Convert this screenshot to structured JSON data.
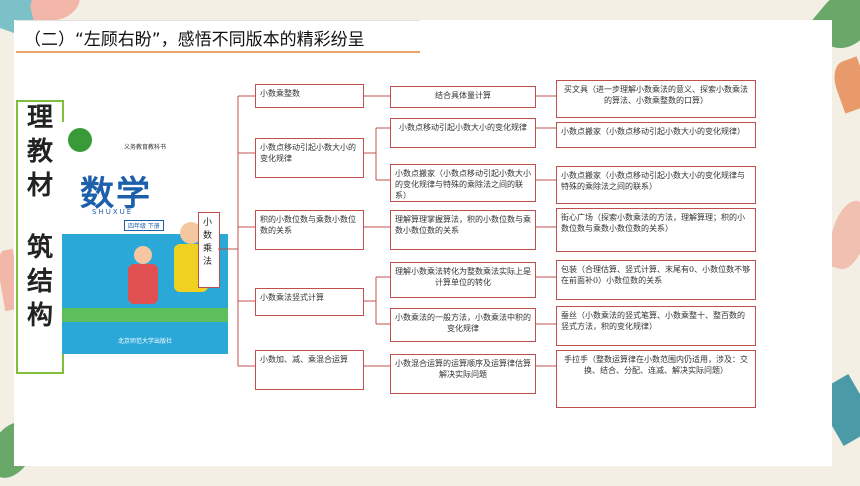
{
  "title": "（二）“左顾右盼”，感悟不同版本的精彩纷呈",
  "side_label": [
    "理",
    "教",
    "材",
    "",
    "筑",
    "结",
    "构"
  ],
  "book": {
    "series": "义务教育教科书",
    "title": "数学",
    "pinyin": "SHUXUE",
    "grade": "四年级 下册",
    "publisher": "北京师范大学出版社"
  },
  "root_label": "小数乘法",
  "level1": [
    "小数乘整数",
    "小数点移动引起小数大小的变化规律",
    "积的小数位数与乘数小数位数的关系",
    "小数乘法竖式计算",
    "小数加、减、乘混合运算"
  ],
  "level2": [
    "结合具体量计算",
    "小数点移动引起小数大小的变化规律",
    "小数点搬家（小数点移动引起小数大小的变化规律与特殊的乘除法之间的联系）",
    "理解算理掌握算法，积的小数位数与乘数小数位数的关系",
    "理解小数乘法转化为整数乘法实际上是计算单位的转化",
    "小数乘法的一般方法，小数乘法中积的变化规律",
    "小数混合运算的运算顺序及运算律估算解决实际问题"
  ],
  "level3": [
    "买文具（进一步理解小数乘法的意义、探索小数乘法的算法、小数乘整数的口算）",
    "小数点搬家（小数点移动引起小数大小的变化规律）",
    "小数点搬家（小数点移动引起小数大小的变化规律与特殊的乘除法之间的联系）",
    "街心广场（探索小数乘法的方法，理解算理；积的小数位数与乘数小数位数的关系）",
    "包装（合理估算、竖式计算、末尾有0、小数位数不够在前面补0）小数位数的关系",
    "蚕丝（小数乘法的竖式笔算、小数乘整十、整百数的竖式方法，积的变化规律）",
    "手拉手（整数运算律在小数范围内仍适用，涉及：交换、结合、分配、连减、解决实际问题）"
  ],
  "colors": {
    "node_border": "#c0504d",
    "side_border": "#7fbf3a",
    "title_underline": "#e8a36a",
    "book_blue": "#2aa8d8"
  }
}
